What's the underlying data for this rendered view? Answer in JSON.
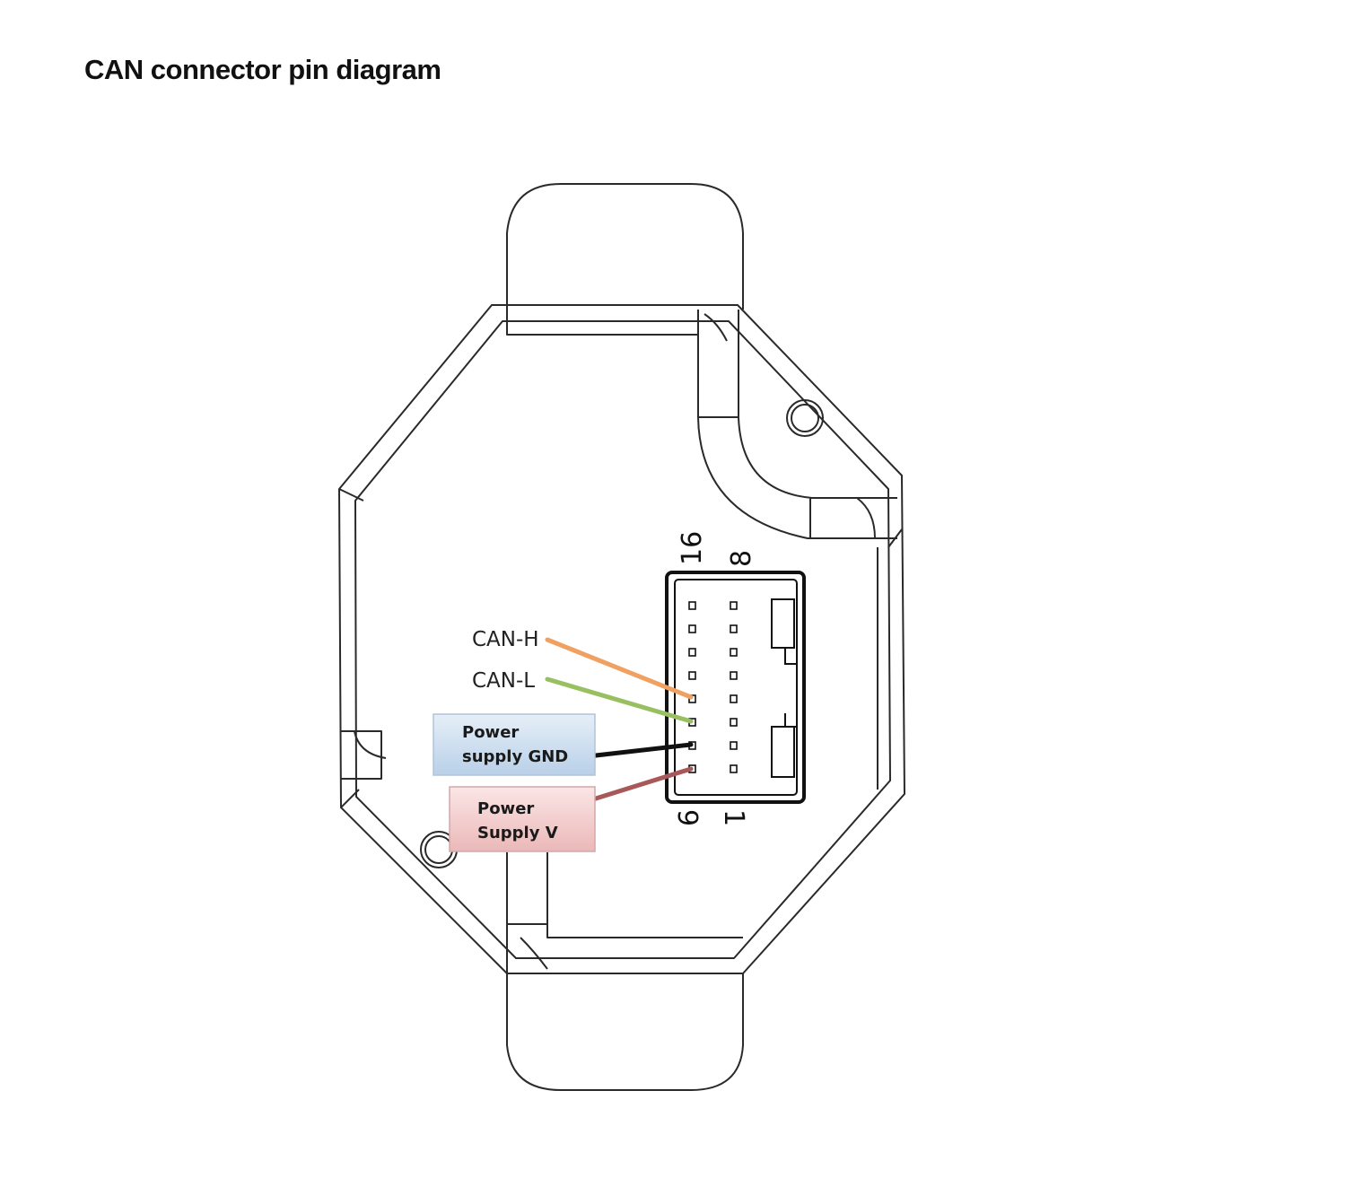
{
  "title": "CAN connector pin diagram",
  "labels": {
    "can_h": "CAN-H",
    "can_l": "CAN-L",
    "gnd_line1": "Power",
    "gnd_line2": "supply GND",
    "v_line1": "Power",
    "v_line2": "Supply V"
  },
  "pin_numbers": {
    "top_left": "16",
    "top_right": "8",
    "bottom_left": "9",
    "bottom_right": "1"
  },
  "colors": {
    "can_h_wire": "#f0a060",
    "can_l_wire": "#98c060",
    "gnd_wire": "#111111",
    "v_wire": "#a85858",
    "gnd_box": "#cfe0f0",
    "v_box": "#f3cccc",
    "outline": "#2a2a2a"
  }
}
